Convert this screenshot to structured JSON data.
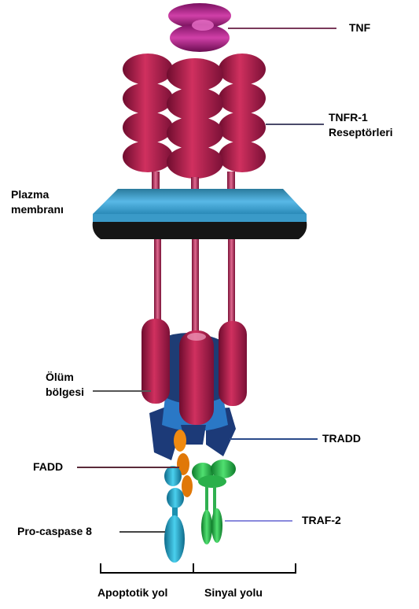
{
  "labels": {
    "tnf": "TNF",
    "tnfr_line1": "TNFR-1",
    "tnfr_line2": "Reseptörleri",
    "plasma_line1": "Plazma",
    "plasma_line2": "membranı",
    "death_line1": "Ölüm",
    "death_line2": "bölgesi",
    "tradd": "TRADD",
    "fadd": "FADD",
    "traf2": "TRAF-2",
    "procaspase": "Pro-caspase 8",
    "apoptotic": "Apoptotik yol",
    "signal": "Sinyal yolu"
  },
  "colors": {
    "receptor": "#c8245a",
    "receptor_dark": "#7a0f33",
    "tnf": "#b0208a",
    "membrane_top": "#4aa8d8",
    "membrane_dark": "#1a1a1a",
    "death_domain": "#1f3f7a",
    "tradd_blue": "#2a7ac8",
    "fadd": "#f08a10",
    "caspase": "#2ab8d8",
    "traf2": "#30c050"
  }
}
